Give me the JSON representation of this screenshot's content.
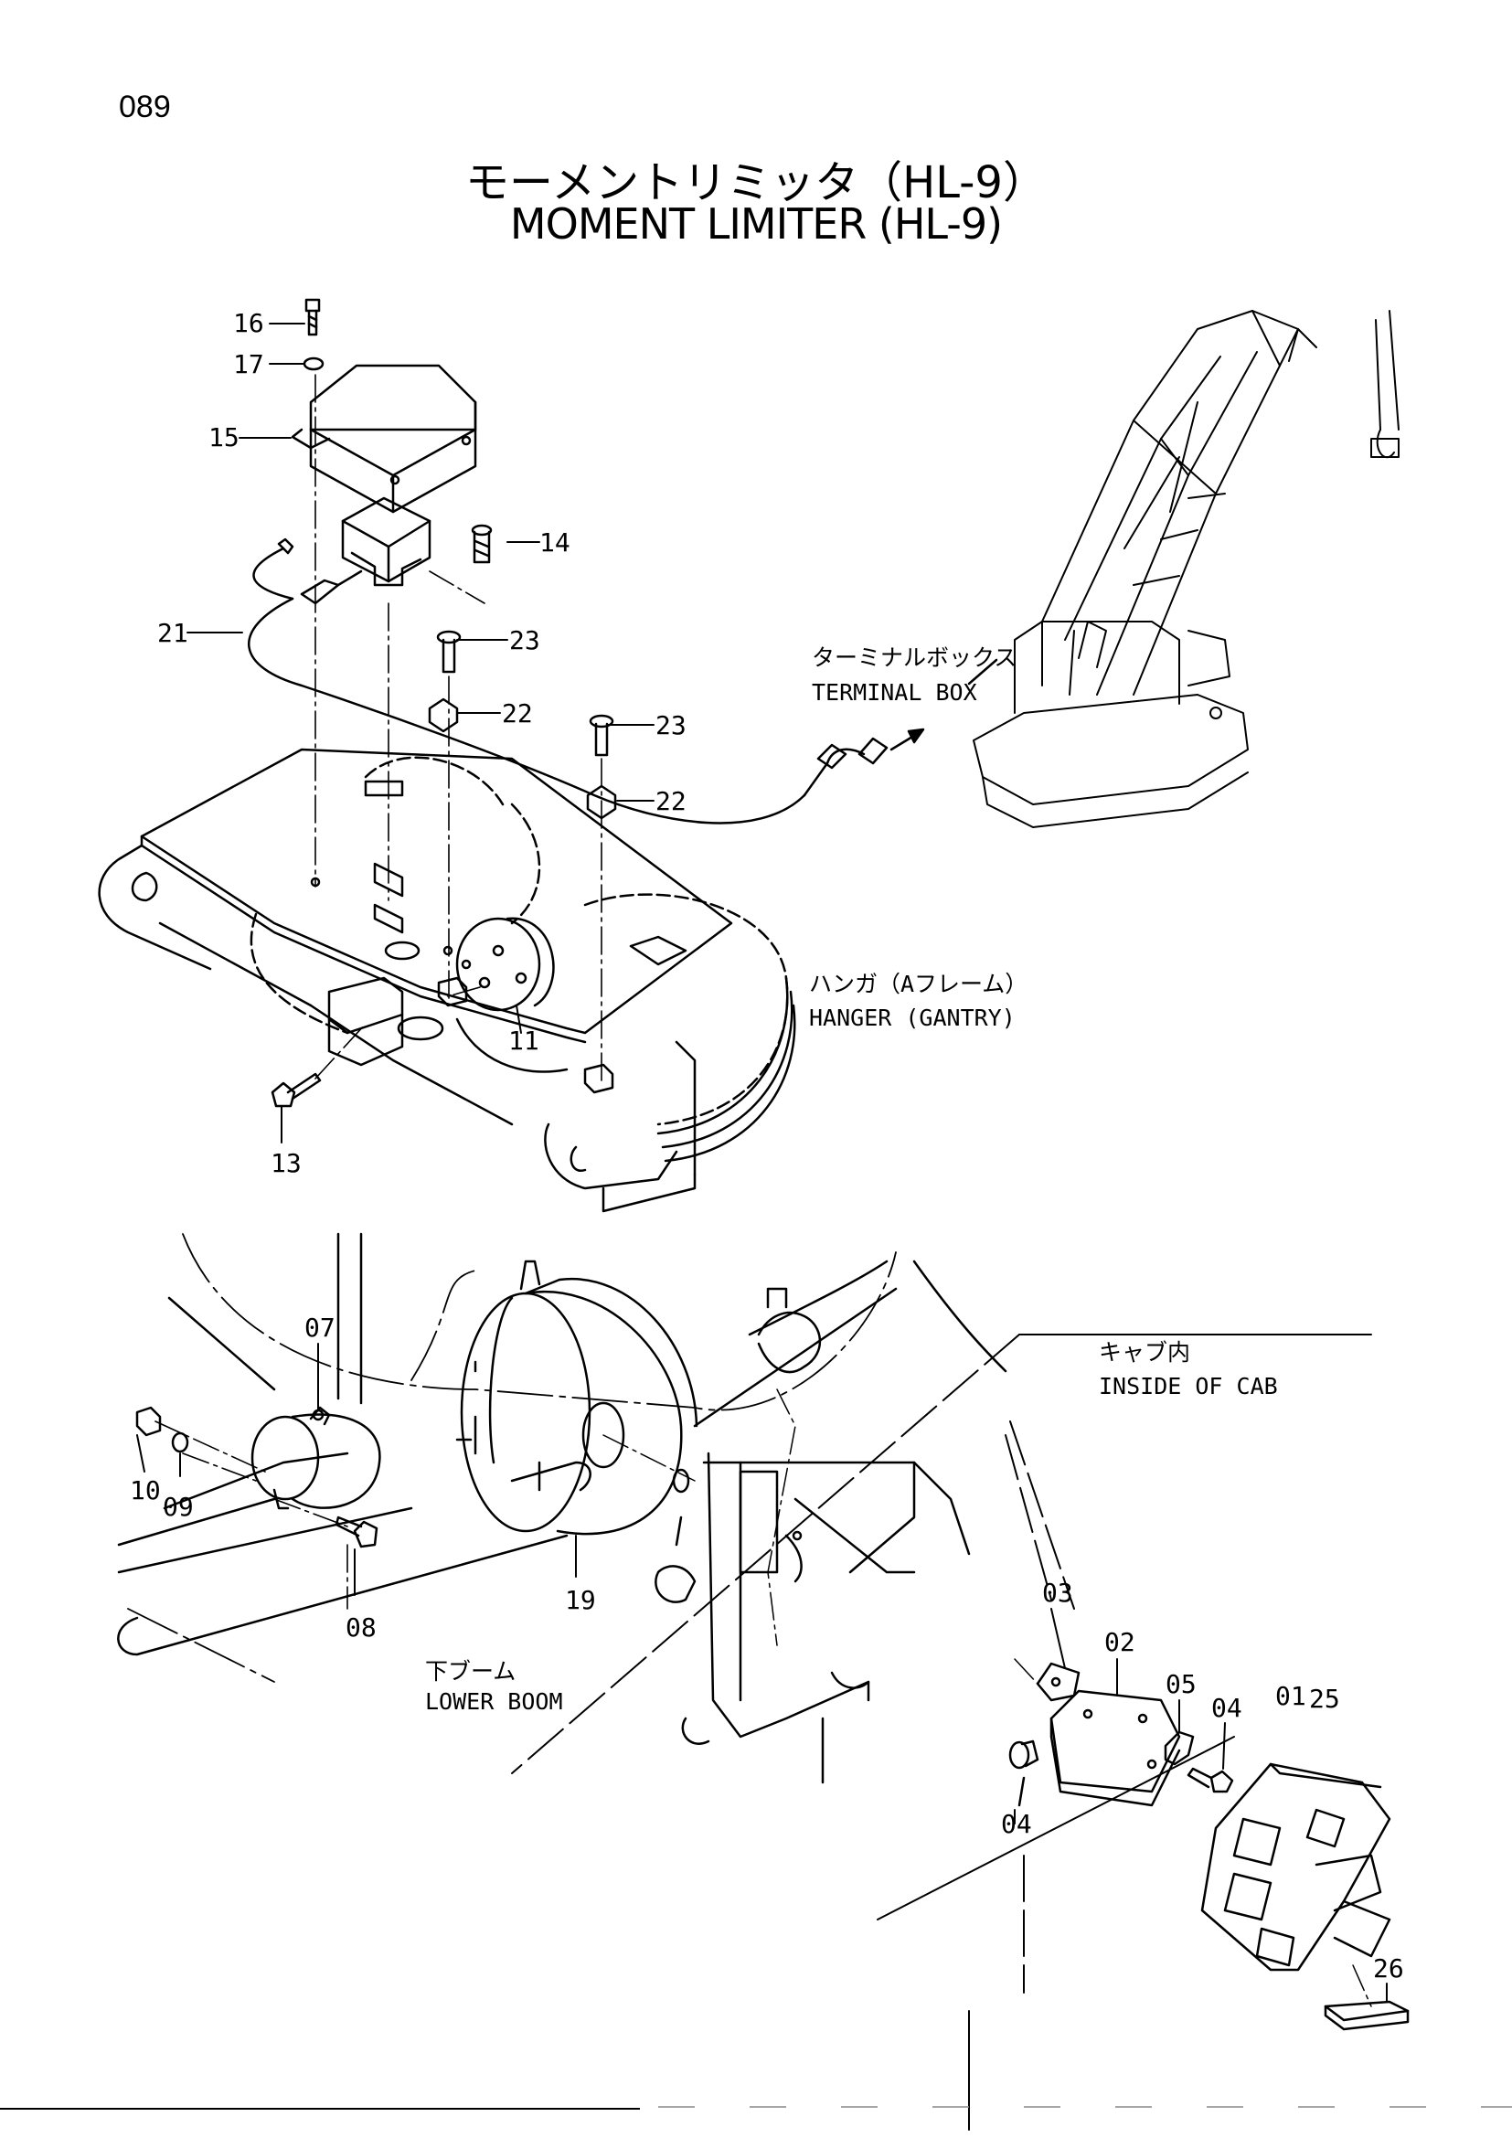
{
  "page_number": "089",
  "title_jp": "モーメントリミッタ（HL-9）",
  "title_en": "MOMENT LIMITER (HL-9)",
  "labels": {
    "terminal_jp": "ターミナルボックス",
    "terminal_en": "TERMINAL BOX",
    "hanger_jp": "ハンガ（Aフレーム）",
    "hanger_en": "HANGER (GANTRY)",
    "lower_boom_jp": "下ブーム",
    "lower_boom_en": "LOWER BOOM",
    "cab_jp": "キャブ内",
    "cab_en": "INSIDE OF CAB"
  },
  "parts": {
    "p16": "16",
    "p17": "17",
    "p15": "15",
    "p14": "14",
    "p21": "21",
    "p23a": "23",
    "p22a": "22",
    "p23b": "23",
    "p22b": "22",
    "p11": "11",
    "p13": "13",
    "p07": "07",
    "p10": "10",
    "p09": "09",
    "p08": "08",
    "p19": "19",
    "p03": "03",
    "p02": "02",
    "p05": "05",
    "p04a": "04",
    "p01": "01",
    "p25": "25",
    "p04b": "04",
    "p26": "26"
  }
}
